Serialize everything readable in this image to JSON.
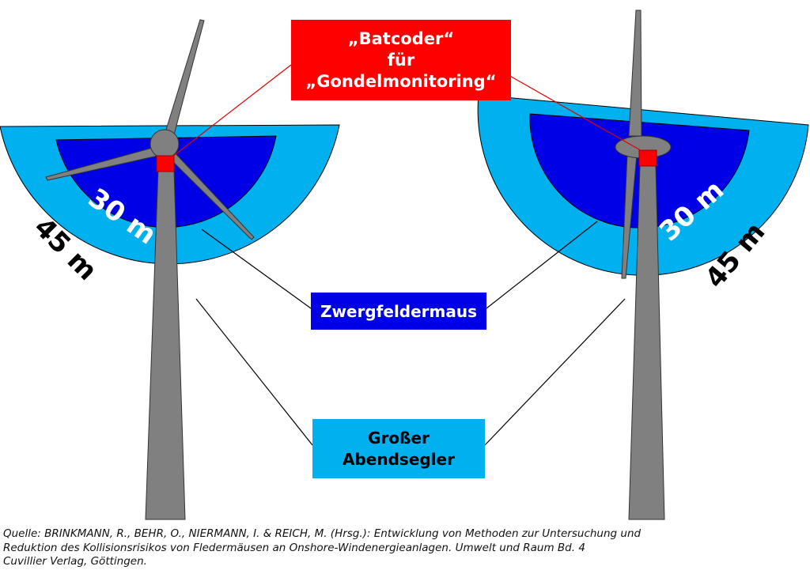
{
  "labels": {
    "batcoder": [
      "„Batcoder“",
      "für",
      "„Gondelmonitoring“"
    ],
    "zwergfledermaus": "Zwergfeldermaus",
    "abendsegler": [
      "Großer",
      "Abendsegler"
    ]
  },
  "radius_labels": {
    "inner": "30 m",
    "outer": "45 m"
  },
  "caption": [
    "Quelle: BRINKMANN, R., BEHR, O., NIERMANN, I. & REICH, M. (Hrsg.): Entwicklung von Methoden zur Untersuchung und",
    "Reduktion des Kollisionsrisikos von Fledermäusen an Onshore-Windenergieanlagen. Umwelt und Raum Bd. 4",
    "Cuvillier Verlag, Göttingen."
  ],
  "colors": {
    "outer_zone": "#00b0ef",
    "inner_zone": "#0000e6",
    "batcoder": "#ff0000",
    "turbine": "#808080",
    "outline": "#333333"
  }
}
